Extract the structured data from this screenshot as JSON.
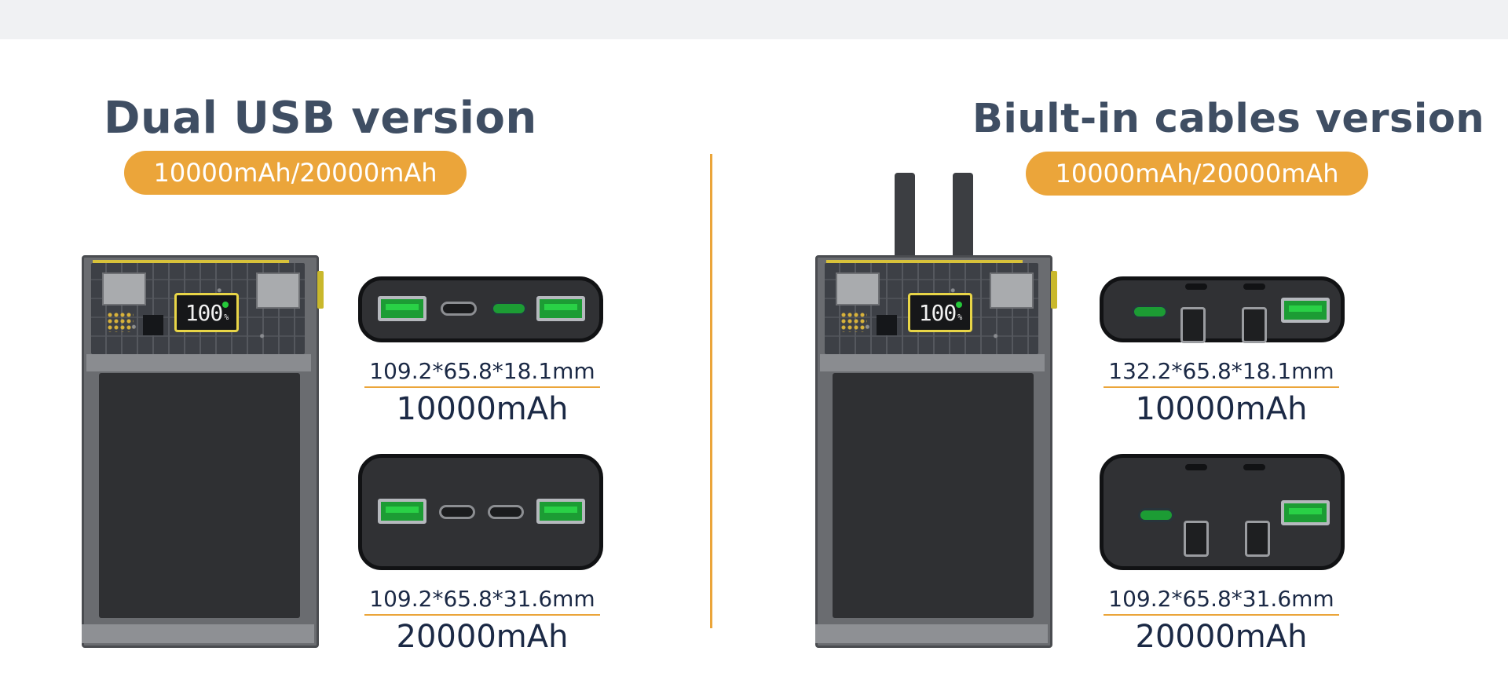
{
  "left": {
    "title": "Dual USB version",
    "capacity_badge": "10000mAh/20000mAh",
    "display_value": "100",
    "display_unit": "%",
    "models": [
      {
        "dimensions": "109.2*65.8*18.1mm",
        "capacity": "10000mAh"
      },
      {
        "dimensions": "109.2*65.8*31.6mm",
        "capacity": "20000mAh"
      }
    ]
  },
  "right": {
    "title": "Biult-in cables version",
    "capacity_badge": "10000mAh/20000mAh",
    "display_value": "100",
    "display_unit": "%",
    "models": [
      {
        "dimensions": "132.2*65.8*18.1mm",
        "capacity": "10000mAh"
      },
      {
        "dimensions": "109.2*65.8*31.6mm",
        "capacity": "20000mAh"
      }
    ]
  },
  "colors": {
    "title": "#3f4e63",
    "accent": "#eba53a",
    "caption": "#1b2945",
    "port_green": "#29d146"
  }
}
